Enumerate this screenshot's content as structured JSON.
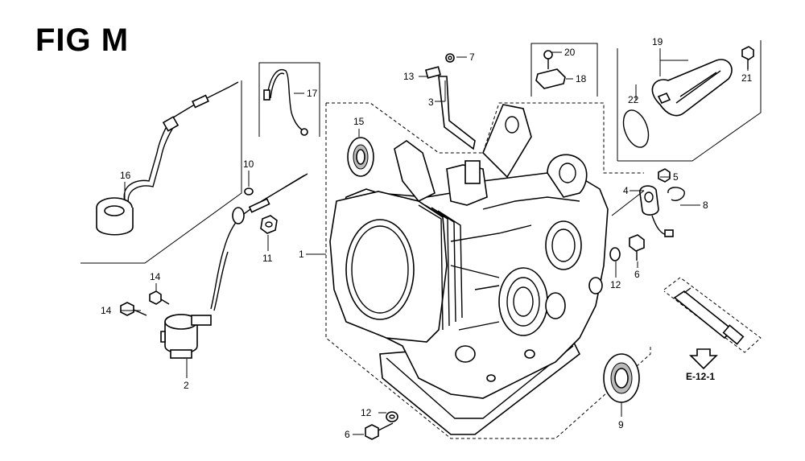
{
  "title": "FIG M",
  "labels": {
    "p1": "1",
    "p2": "2",
    "p3": "3",
    "p4": "4",
    "p5": "5",
    "p6a": "6",
    "p6b": "6",
    "p7": "7",
    "p8": "8",
    "p9": "9",
    "p10": "10",
    "p11": "11",
    "p12a": "12",
    "p12b": "12",
    "p13": "13",
    "p14a": "14",
    "p14b": "14",
    "p15": "15",
    "p16": "16",
    "p17": "17",
    "p18": "18",
    "p19": "19",
    "p20": "20",
    "p21": "21",
    "p22": "22"
  },
  "reference": "E-12-1"
}
